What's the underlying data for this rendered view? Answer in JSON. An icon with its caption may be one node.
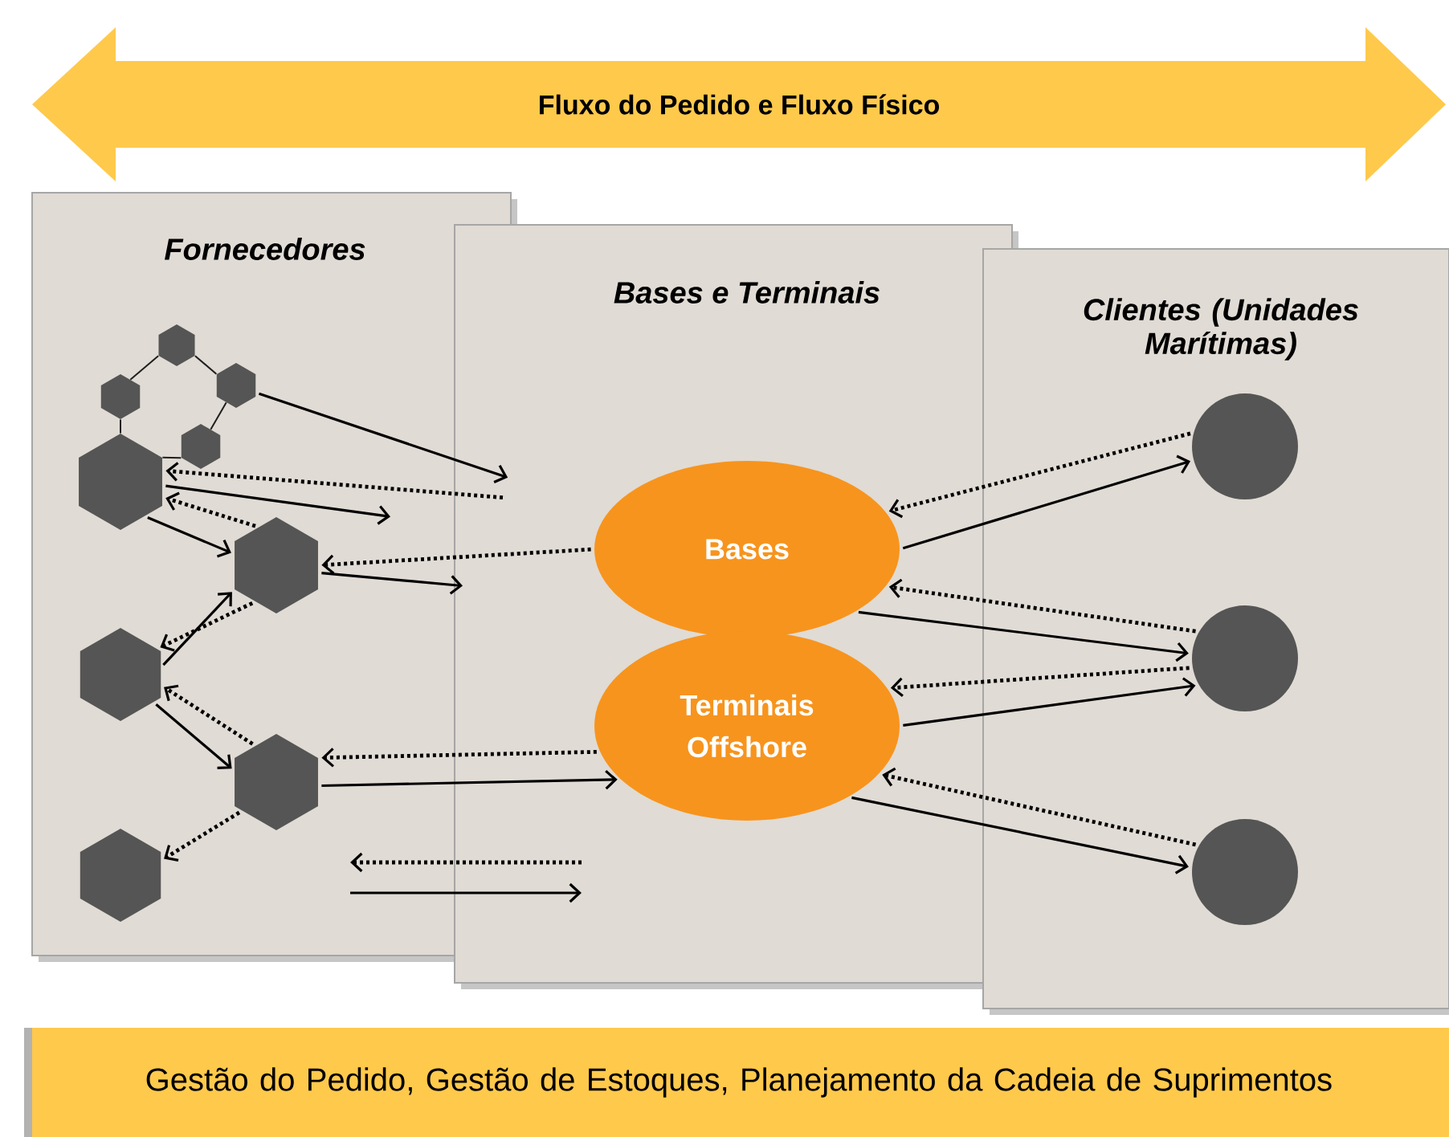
{
  "diagram": {
    "nodes": [
      {
        "text": [
          "Fluxo do Pedido e Fluxo Físico"
        ]
      },
      {
        "text": [
          "Fornecedores"
        ]
      },
      {
        "text": [
          "Bases e Terminais"
        ]
      },
      {
        "text": [
          "Clientes (Unidades Marítimas)"
        ]
      },
      {
        "text": [
          "Bases"
        ],
        "in": 2
      },
      {
        "text": [
          "Terminais Offshore"
        ],
        "in": 2
      },
      {
        "text": [
          "Gestão do Pedido, Gestão de Estoques, Planejamento da Cadeia de Suprimentos"
        ]
      },
      {
        "text": [],
        "shape": "hexagon",
        "in": 1
      },
      {
        "text": [],
        "shape": "hexagon",
        "in": 1
      },
      {
        "text": [],
        "shape": "hexagon",
        "in": 1
      },
      {
        "text": [],
        "shape": "hexagon",
        "in": 1
      },
      {
        "text": [],
        "shape": "hexagon",
        "in": 1
      },
      {
        "text": [],
        "shape": "hexagon",
        "in": 1
      },
      {
        "text": [],
        "shape": "hexagon",
        "in": 1
      },
      {
        "text": [],
        "shape": "hexagon",
        "in": 1
      },
      {
        "text": [],
        "shape": "hexagon",
        "in": 1
      },
      {
        "text": [],
        "shape": "circle",
        "in": 3
      },
      {
        "text": [],
        "shape": "circle",
        "in": 3
      },
      {
        "text": [],
        "shape": "circle",
        "in": 3
      }
    ],
    "edges": [
      {
        "from": 7,
        "to": 8,
        "arrow": "none"
      },
      {
        "from": 7,
        "to": 9,
        "arrow": "none"
      },
      {
        "from": 8,
        "to": 11,
        "arrow": "none"
      },
      {
        "from": 10,
        "to": 11,
        "arrow": "none"
      },
      {
        "from": 9,
        "to": 10,
        "arrow": "none"
      },
      {
        "from": 9,
        "to": 2,
        "arrow": "to"
      },
      {
        "from": null,
        "to": 11,
        "arrow": "to",
        "style": "dashed"
      },
      {
        "from": 11,
        "to": null,
        "arrow": "to"
      },
      {
        "from": 11,
        "to": 12,
        "arrow": "to"
      },
      {
        "from": 12,
        "to": 11,
        "arrow": "to",
        "style": "dashed"
      },
      {
        "from": 4,
        "to": 12,
        "arrow": "to",
        "style": "dashed"
      },
      {
        "from": 12,
        "to": 2,
        "arrow": "to"
      },
      {
        "from": 12,
        "to": 13,
        "arrow": "to",
        "style": "dashed"
      },
      {
        "from": 13,
        "to": 12,
        "arrow": "to"
      },
      {
        "from": 13,
        "to": 14,
        "arrow": "to"
      },
      {
        "from": 14,
        "to": 13,
        "arrow": "to",
        "style": "dashed"
      },
      {
        "from": 14,
        "to": 15,
        "arrow": "to",
        "style": "dashed"
      },
      {
        "from": 5,
        "to": 14,
        "arrow": "to",
        "style": "dashed"
      },
      {
        "from": 14,
        "to": 5,
        "arrow": "to"
      },
      {
        "from": 16,
        "to": 4,
        "arrow": "to",
        "style": "dashed"
      },
      {
        "from": 4,
        "to": 16,
        "arrow": "to"
      },
      {
        "from": 17,
        "to": 4,
        "arrow": "to",
        "style": "dashed"
      },
      {
        "from": 4,
        "to": 17,
        "arrow": "to"
      },
      {
        "from": 17,
        "to": 5,
        "arrow": "to",
        "style": "dashed"
      },
      {
        "from": 5,
        "to": 17,
        "arrow": "to"
      },
      {
        "from": 18,
        "to": 5,
        "arrow": "to",
        "style": "dashed"
      },
      {
        "from": 5,
        "to": 18,
        "arrow": "to"
      }
    ]
  }
}
